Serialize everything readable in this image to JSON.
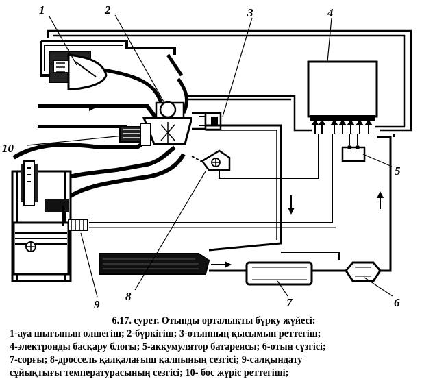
{
  "figure": {
    "callouts": {
      "c1": "1",
      "c2": "2",
      "c3": "3",
      "c4": "4",
      "c5": "5",
      "c6": "6",
      "c7": "7",
      "c8": "8",
      "c9": "9",
      "c10": "10"
    }
  },
  "caption": {
    "title": "6.17. сурет. Отынды орталықты бүрку жүйесі:",
    "lines": [
      "1-ауа шығынын өлшегіш; 2-бүркігіш; 3-отынның қысымын реттегіш;",
      "4-электронды басқару блогы; 5-аккумулятор батареясы;  6-отын сүзгісі;",
      "7-сорғы; 8-дроссель қалқалағыш қалпының сезгісі; 9-салқындату",
      "сұйықтығы температурасының  сезгісі;  10- бос жүріс реттегіші;"
    ]
  }
}
